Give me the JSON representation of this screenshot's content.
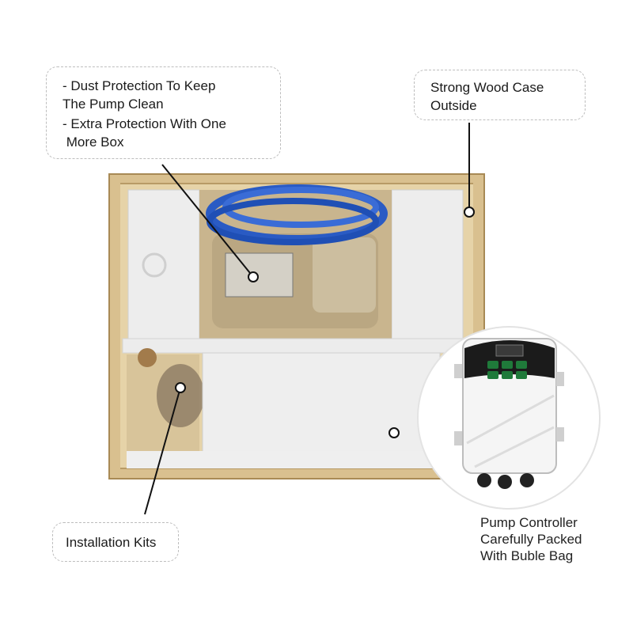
{
  "callouts": {
    "protection": {
      "line1": "- Dust Protection To Keep",
      "line2": "The Pump Clean",
      "line3": "- Extra Protection With One",
      "line4": " More Box"
    },
    "wood_case": {
      "line1": "Strong Wood Case",
      "line2": "Outside"
    },
    "installation": {
      "line1": "Installation Kits"
    },
    "controller": {
      "line1": "Pump Controller",
      "line2": "Carefully Packed",
      "line3": "With Buble Bag"
    }
  },
  "colors": {
    "wood": "#d9c08f",
    "foam": "#ececec",
    "hose": "#2a5bc4",
    "controller_body": "#f4f4f4",
    "controller_panel": "#1b1b1b",
    "controller_button": "#1f7a3a"
  },
  "icons": {
    "pointer": "dot-pointer-icon"
  }
}
